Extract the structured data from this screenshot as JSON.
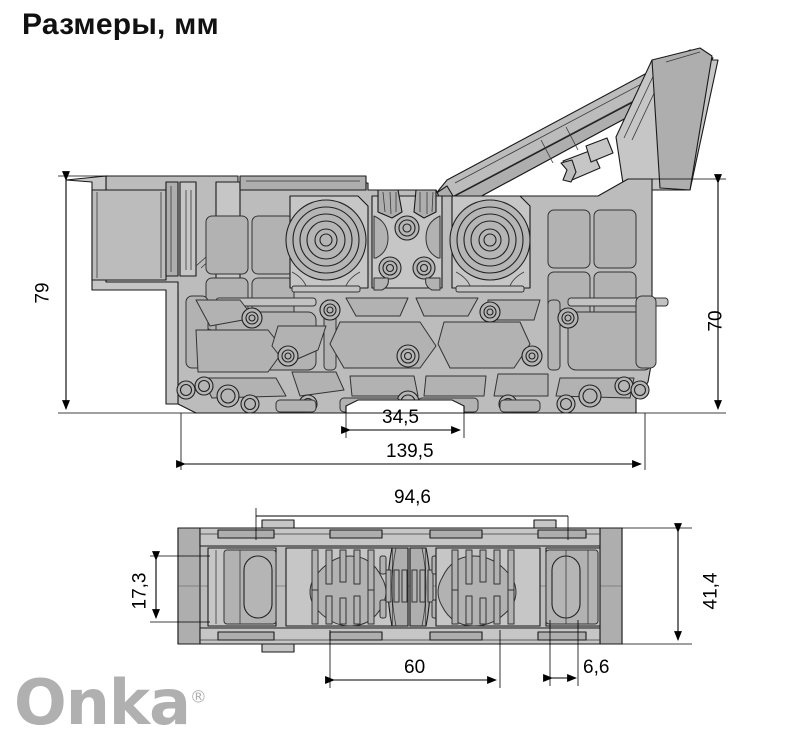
{
  "page": {
    "title": "Размеры, мм",
    "background_color": "#ffffff"
  },
  "drawing": {
    "type": "technical-dimension-drawing",
    "subject": "DIN rail terminal block - side view and bottom view",
    "unit": "mm",
    "body_fill": "#b9b9b9",
    "body_fill_light": "#c9c9c9",
    "body_fill_dark": "#a6a6a6",
    "outline_color": "#1a1a1a",
    "dimension_color": "#000000",
    "views": [
      {
        "name": "side-view",
        "label": ""
      },
      {
        "name": "bottom-view",
        "label": ""
      }
    ]
  },
  "dimensions": {
    "height_left": "79",
    "height_right": "70",
    "rail_slot_width": "34,5",
    "overall_width": "139,5",
    "bottom_overall_width": "94,6",
    "bottom_inner_height": "17,3",
    "bottom_depth": "41,4",
    "bottom_center_width": "60",
    "bottom_edge_offset": "6,6"
  },
  "watermark": {
    "brand": "Onka",
    "mark": "®",
    "color": "#b0b0b0"
  }
}
